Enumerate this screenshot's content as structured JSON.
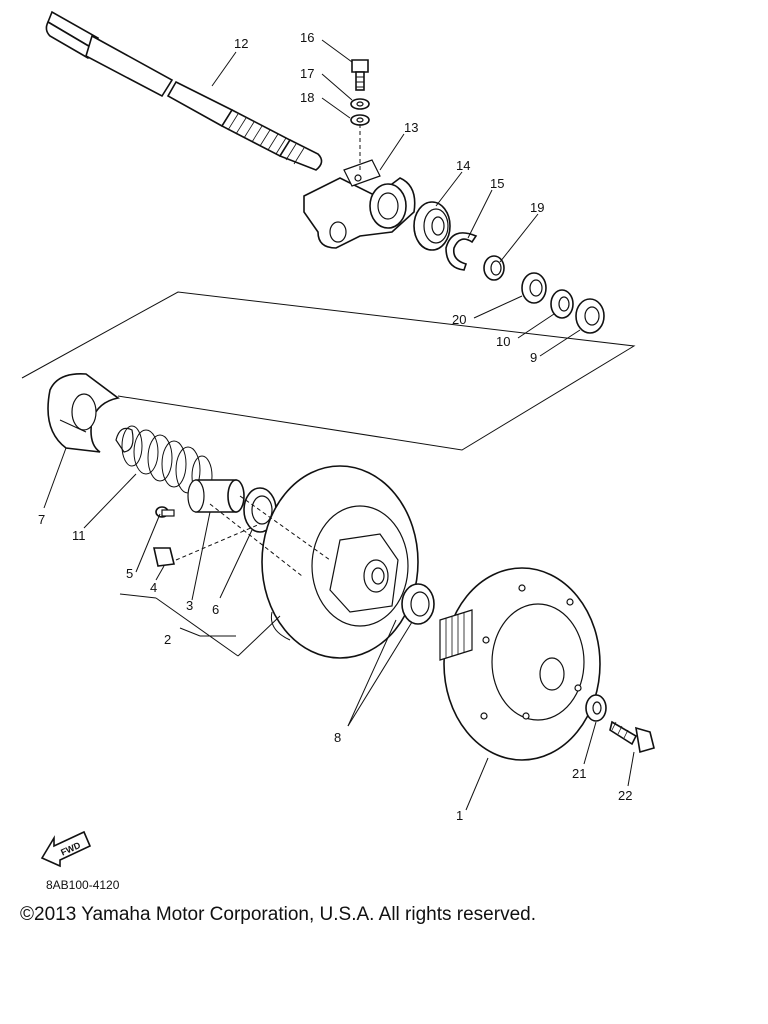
{
  "callouts": [
    {
      "id": "1",
      "text": "1"
    },
    {
      "id": "2",
      "text": "2"
    },
    {
      "id": "3",
      "text": "3"
    },
    {
      "id": "4",
      "text": "4"
    },
    {
      "id": "5",
      "text": "5"
    },
    {
      "id": "6",
      "text": "6"
    },
    {
      "id": "7",
      "text": "7"
    },
    {
      "id": "8",
      "text": "8"
    },
    {
      "id": "9",
      "text": "9"
    },
    {
      "id": "10",
      "text": "10"
    },
    {
      "id": "11",
      "text": "11"
    },
    {
      "id": "12",
      "text": "12"
    },
    {
      "id": "13",
      "text": "13"
    },
    {
      "id": "14",
      "text": "14"
    },
    {
      "id": "15",
      "text": "15"
    },
    {
      "id": "16",
      "text": "16"
    },
    {
      "id": "17",
      "text": "17"
    },
    {
      "id": "18",
      "text": "18"
    },
    {
      "id": "19",
      "text": "19"
    },
    {
      "id": "20",
      "text": "20"
    },
    {
      "id": "21",
      "text": "21"
    },
    {
      "id": "22",
      "text": "22"
    }
  ],
  "fwd_label": "FWD",
  "diagram_code": "8AB100-4120",
  "copyright": "©2013 Yamaha Motor Corporation, U.S.A. All rights reserved."
}
